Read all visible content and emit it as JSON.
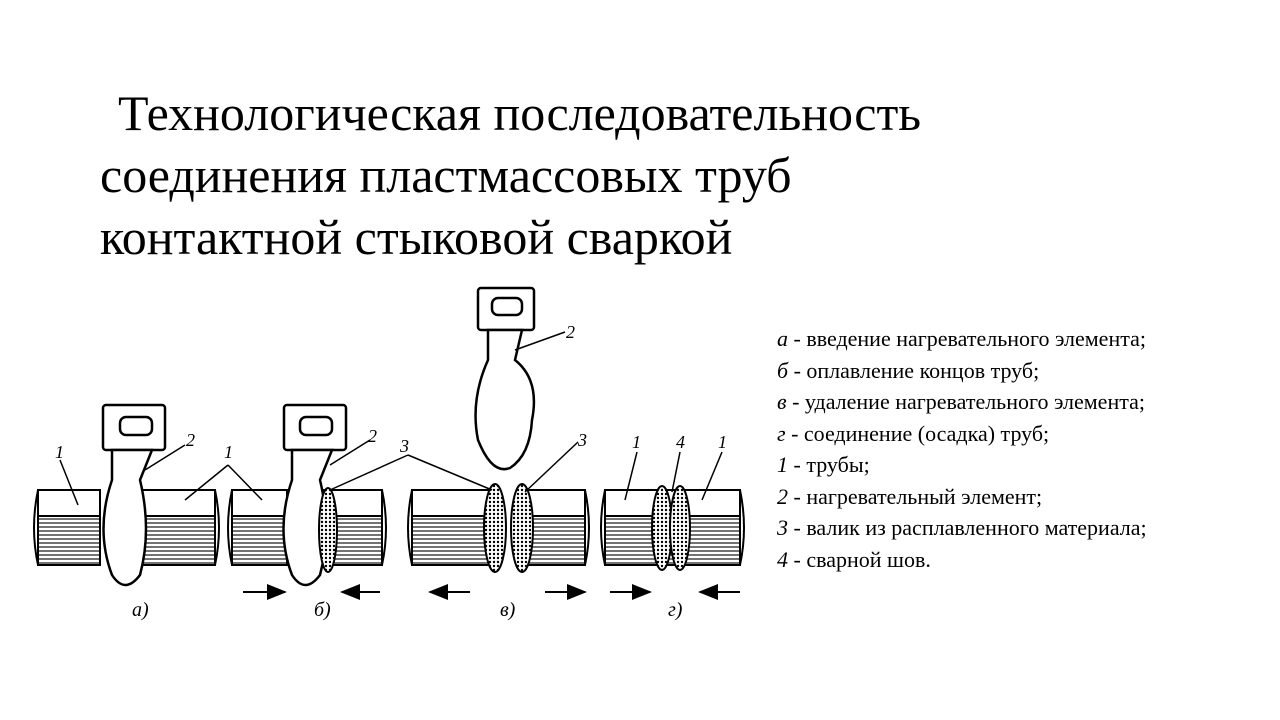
{
  "title": {
    "lines": [
      "Технологическая последовательность",
      "соединения пластмассовых труб",
      "контактной стыковой сваркой"
    ]
  },
  "legend": [
    {
      "key": "а",
      "text": " - введение нагревательного элемента;"
    },
    {
      "key": "б",
      "text": " - оплавление концов труб;"
    },
    {
      "key": "в",
      "text": " - удаление нагревательного элемента;"
    },
    {
      "key": "г",
      "text": " - соединение (осадка) труб;"
    },
    {
      "key": "1",
      "text": " - трубы;"
    },
    {
      "key": "2",
      "text": " - нагревательный элемент;"
    },
    {
      "key": "3",
      "text": " - валик из расплавленного материала;"
    },
    {
      "key": "4",
      "text": " - сварной шов."
    }
  ],
  "diagram": {
    "stage_labels": [
      "а)",
      "б)",
      "в)",
      "г)"
    ],
    "callouts": {
      "pipe": "1",
      "heater": "2",
      "bead": "3",
      "weld": "4"
    }
  }
}
